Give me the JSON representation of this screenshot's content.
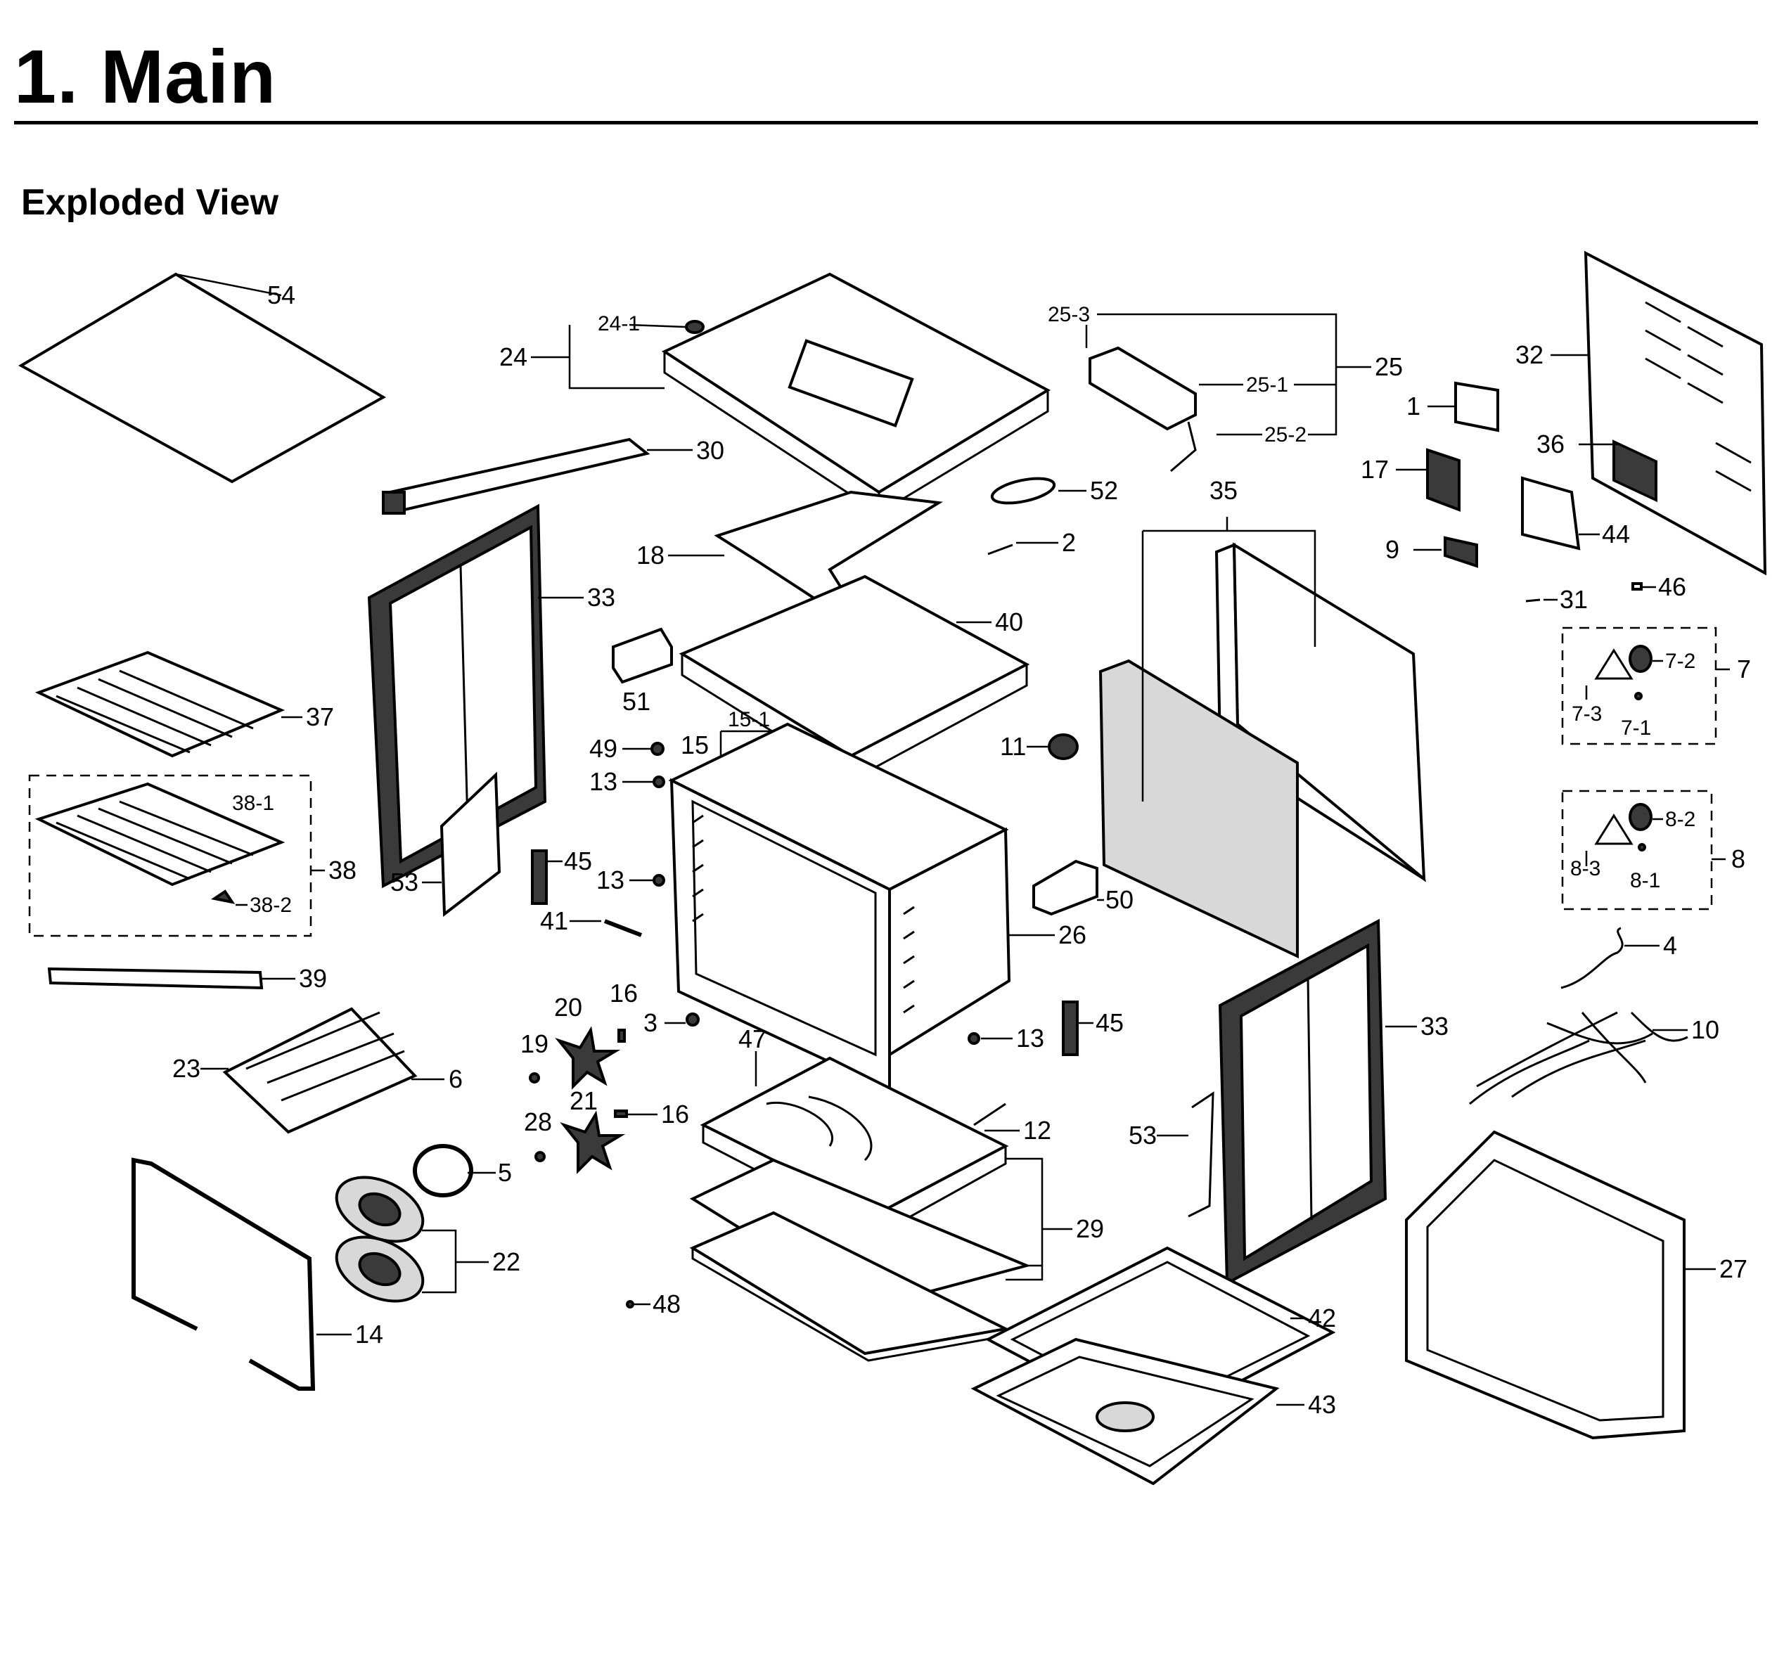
{
  "header": {
    "title": "1.  Main",
    "subtitle": "Exploded View"
  },
  "part_labels": [
    "54",
    "24-1",
    "24",
    "30",
    "33",
    "37",
    "38-1",
    "38",
    "38-2",
    "39",
    "53",
    "23",
    "6",
    "14",
    "5",
    "22",
    "18",
    "51",
    "49",
    "15",
    "15-1",
    "13",
    "45",
    "41",
    "20",
    "19",
    "16",
    "3",
    "21",
    "28",
    "48",
    "47",
    "12",
    "29",
    "40",
    "11",
    "50",
    "26",
    "45",
    "13",
    "25-3",
    "25",
    "25-1",
    "25-2",
    "52",
    "2",
    "35",
    "1",
    "17",
    "9",
    "32",
    "36",
    "44",
    "31",
    "46",
    "7",
    "7-2",
    "7-3",
    "7-1",
    "8",
    "8-2",
    "8-3",
    "8-1",
    "4",
    "10",
    "33",
    "53",
    "42",
    "43",
    "27",
    "16",
    "13"
  ]
}
